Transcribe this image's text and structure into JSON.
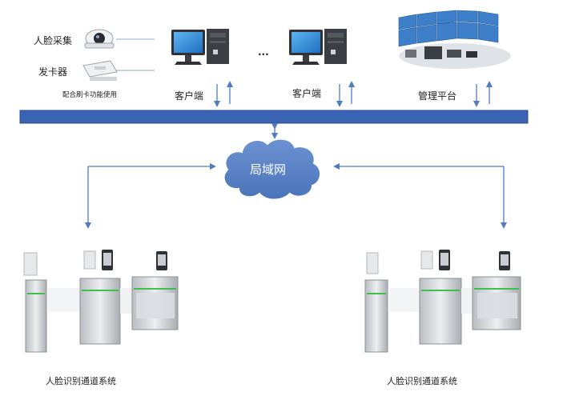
{
  "labels": {
    "face_capture": "人脸采集",
    "card_issuer": "发卡器",
    "card_note": "配合刷卡功能使用",
    "client_1": "客户端",
    "client_2": "客户端",
    "ellipsis": "...",
    "management_platform": "管理平台",
    "lan": "局域网",
    "gate_system_left": "人脸识别通道系统",
    "gate_system_right": "人脸识别通道系统"
  },
  "colors": {
    "network_bus": "#3a63b3",
    "arrow": "#4f7bc3",
    "cloud": "#5b83c6",
    "gate_indicator": "#3cc04a"
  }
}
